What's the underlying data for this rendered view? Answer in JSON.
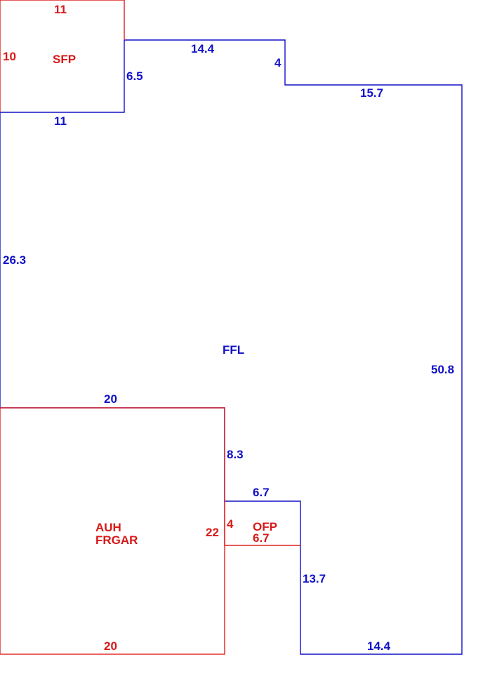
{
  "colors": {
    "living_area": "#1010c8",
    "other_areas": "#e02020"
  },
  "areas": {
    "ffl": {
      "code": "FFL",
      "dimensions": {
        "top_left": "14.4",
        "top_step": "4",
        "top_right": "15.7",
        "right": "50.8",
        "bottom": "14.4",
        "lower_inner_right": "13.7",
        "ofp_top": "6.7",
        "inner_left": "8.3",
        "garage_top": "20",
        "left": "26.3",
        "sfp_bottom": "11",
        "sfp_right": "6.5"
      }
    },
    "sfp": {
      "code": "SFP",
      "dimensions": {
        "top": "11",
        "left": "10"
      }
    },
    "garage": {
      "code_line1": "AUH",
      "code_line2": "FRGAR",
      "dimensions": {
        "bottom": "20",
        "right": "22"
      }
    },
    "ofp": {
      "code": "OFP",
      "dimensions": {
        "left": "4",
        "bottom": "6.7"
      }
    }
  }
}
